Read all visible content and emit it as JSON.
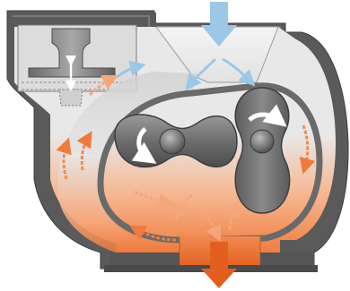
{
  "diagram": {
    "colors": {
      "housing_dark": "#555555",
      "housing_mid": "#8c8c8c",
      "housing_light": "#b4b4b4",
      "chamber_light": "#e6e6e6",
      "hot_orange": "#ee6d2a",
      "warm_orange": "#f4a476",
      "cool_blue": "#9cc7e6",
      "white": "#ffffff"
    },
    "components": [
      {
        "id": "pump-housing",
        "label": ""
      },
      {
        "id": "relief-valve",
        "label": ""
      },
      {
        "id": "left-rotor",
        "label": ""
      },
      {
        "id": "right-rotor",
        "label": ""
      },
      {
        "id": "inlet-port",
        "label": ""
      },
      {
        "id": "outlet-port",
        "label": ""
      }
    ],
    "flows": [
      {
        "id": "intake-flow",
        "kind": "cool-gas",
        "direction": "down",
        "color": "cool_blue"
      },
      {
        "id": "exhaust-flow",
        "kind": "hot-gas",
        "direction": "down",
        "color": "hot_orange"
      },
      {
        "id": "recirculation-flow",
        "kind": "warm-gas",
        "direction": "up-left",
        "color": "warm_orange"
      }
    ],
    "rotation": {
      "left_rotor": "counter-clockwise",
      "right_rotor": "clockwise"
    }
  }
}
